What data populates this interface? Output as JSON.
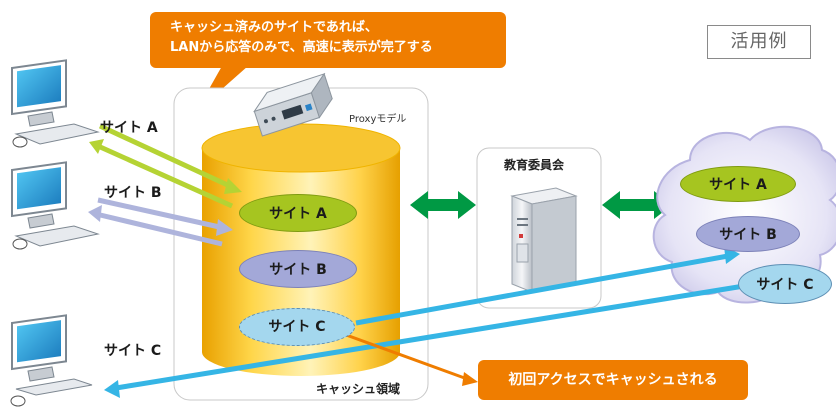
{
  "callout_top": {
    "line1": "キャッシュ済みのサイトであれば、",
    "line2": "LANから応答のみで、高速に表示が完了する"
  },
  "example_label": "活用例",
  "proxy_label": "Proxyモデル",
  "cache_area_label": "キャッシュ領域",
  "board_label": "教育委員会",
  "cache_items": [
    "サイト A",
    "サイト B",
    "サイト C"
  ],
  "client_labels": [
    "サイト A",
    "サイト B",
    "サイト C"
  ],
  "cloud_items": [
    "サイト A",
    "サイト B",
    "サイト C"
  ],
  "callout_bottom": "初回アクセスでキャッシュされる",
  "colors": {
    "orange": "#ef7d00",
    "green_arrow": "#009944",
    "site_a_green": "#a6c520",
    "site_b_lavender": "#a3a8d8",
    "site_c_blue": "#a4d7ee",
    "arrow_a": "#b5d334",
    "arrow_b": "#aeb4dc",
    "arrow_c": "#35b5e5",
    "cylinder_gold": "#f8c21a",
    "cloud": "#d5d3ee"
  }
}
